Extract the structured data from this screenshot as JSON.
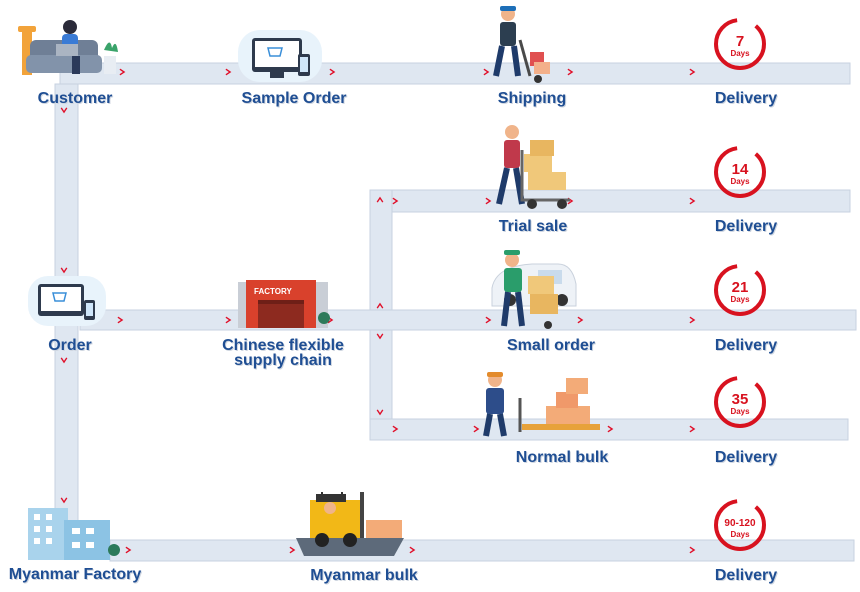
{
  "nodes": {
    "customer": "Customer",
    "sample_order": "Sample Order",
    "shipping": "Shipping",
    "trial_sale": "Trial sale",
    "order": "Order",
    "supply_chain": "Chinese flexible\nsupply chain",
    "small_order": "Small order",
    "normal_bulk": "Normal bulk",
    "myanmar_factory": "Myanmar Factory",
    "myanmar_bulk": "Myanmar bulk"
  },
  "delivery_label": "Delivery",
  "deliveries": [
    {
      "value": "7",
      "unit": "Days"
    },
    {
      "value": "14",
      "unit": "Days"
    },
    {
      "value": "21",
      "unit": "Days"
    },
    {
      "value": "35",
      "unit": "Days"
    },
    {
      "value": "90-120",
      "unit": "Days"
    }
  ],
  "factory_sign": "FACTORY",
  "colors": {
    "track": "#dfe7f1",
    "arrow": "#e0102a",
    "label": "#1f4e93",
    "badge": "#d8121f",
    "factory": "#d9412c"
  }
}
